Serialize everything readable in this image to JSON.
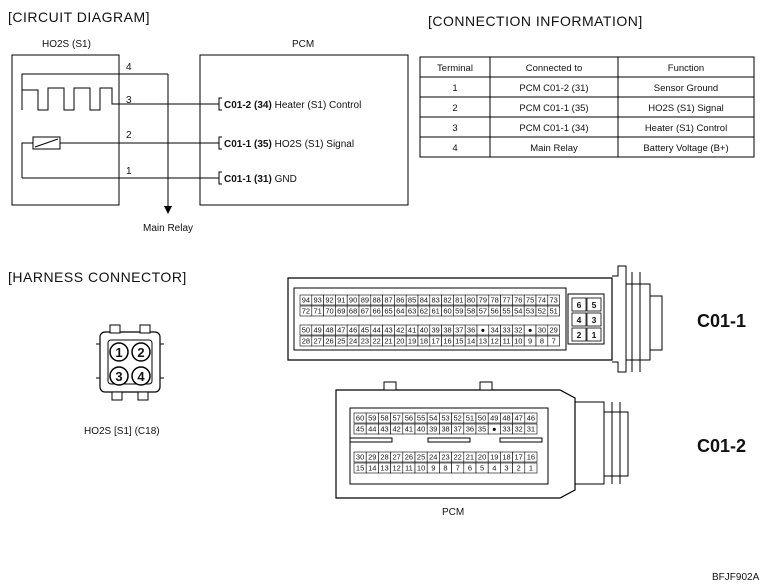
{
  "circuit": {
    "title": "[CIRCUIT DIAGRAM]",
    "sensor_label": "HO2S (S1)",
    "pcm_label": "PCM",
    "main_relay": "Main Relay",
    "sensor_pins": [
      "4",
      "3",
      "2",
      "1"
    ],
    "pcm_connections": [
      {
        "pin": "C01-2 (34)",
        "desc": "Heater (S1) Control"
      },
      {
        "pin": "C01-1 (35)",
        "desc": "HO2S (S1) Signal"
      },
      {
        "pin": "C01-1 (31)",
        "desc": "GND"
      }
    ]
  },
  "connection_info": {
    "title": "[CONNECTION INFORMATION]",
    "headers": [
      "Terminal",
      "Connected to",
      "Function"
    ],
    "rows": [
      [
        "1",
        "PCM C01-2 (31)",
        "Sensor Ground"
      ],
      [
        "2",
        "PCM C01-1 (35)",
        "HO2S (S1) Signal"
      ],
      [
        "3",
        "PCM C01-1 (34)",
        "Heater (S1) Control"
      ],
      [
        "4",
        "Main Relay",
        "Battery Voltage (B+)"
      ]
    ]
  },
  "harness": {
    "title": "[HARNESS CONNECTOR]",
    "sensor_connector_label": "HO2S [S1] (C18)",
    "sensor_pins": [
      "1",
      "2",
      "3",
      "4"
    ],
    "pcm_label": "PCM",
    "c011_label": "C01-1",
    "c012_label": "C01-2",
    "c011": {
      "row1": [
        "94",
        "93",
        "92",
        "91",
        "90",
        "89",
        "88",
        "87",
        "86",
        "85",
        "84",
        "83",
        "82",
        "81",
        "80",
        "79",
        "78",
        "77",
        "76",
        "75",
        "74",
        "73"
      ],
      "row2": [
        "72",
        "71",
        "70",
        "69",
        "68",
        "67",
        "66",
        "65",
        "64",
        "63",
        "62",
        "61",
        "60",
        "59",
        "58",
        "57",
        "56",
        "55",
        "54",
        "53",
        "52",
        "51"
      ],
      "row3": [
        "50",
        "49",
        "48",
        "47",
        "46",
        "45",
        "44",
        "43",
        "42",
        "41",
        "40",
        "39",
        "38",
        "37",
        "36",
        "●",
        "34",
        "33",
        "32",
        "●",
        "30",
        "29"
      ],
      "row4": [
        "28",
        "27",
        "26",
        "25",
        "24",
        "23",
        "22",
        "21",
        "20",
        "19",
        "18",
        "17",
        "16",
        "15",
        "14",
        "13",
        "12",
        "11",
        "10",
        "9",
        "8",
        "7"
      ],
      "side": [
        "6",
        "5",
        "4",
        "3",
        "2",
        "1"
      ]
    },
    "c012": {
      "row1": [
        "60",
        "59",
        "58",
        "57",
        "56",
        "55",
        "54",
        "53",
        "52",
        "51",
        "50",
        "49",
        "48",
        "47",
        "46"
      ],
      "row2": [
        "45",
        "44",
        "43",
        "42",
        "41",
        "40",
        "39",
        "38",
        "37",
        "36",
        "35",
        "●",
        "33",
        "32",
        "31"
      ],
      "row3": [
        "30",
        "29",
        "28",
        "27",
        "26",
        "25",
        "24",
        "23",
        "22",
        "21",
        "20",
        "19",
        "18",
        "17",
        "16"
      ],
      "row4": [
        "15",
        "14",
        "13",
        "12",
        "11",
        "10",
        "9",
        "8",
        "7",
        "6",
        "5",
        "4",
        "3",
        "2",
        "1"
      ]
    }
  },
  "figure_code": "BFJF902A"
}
